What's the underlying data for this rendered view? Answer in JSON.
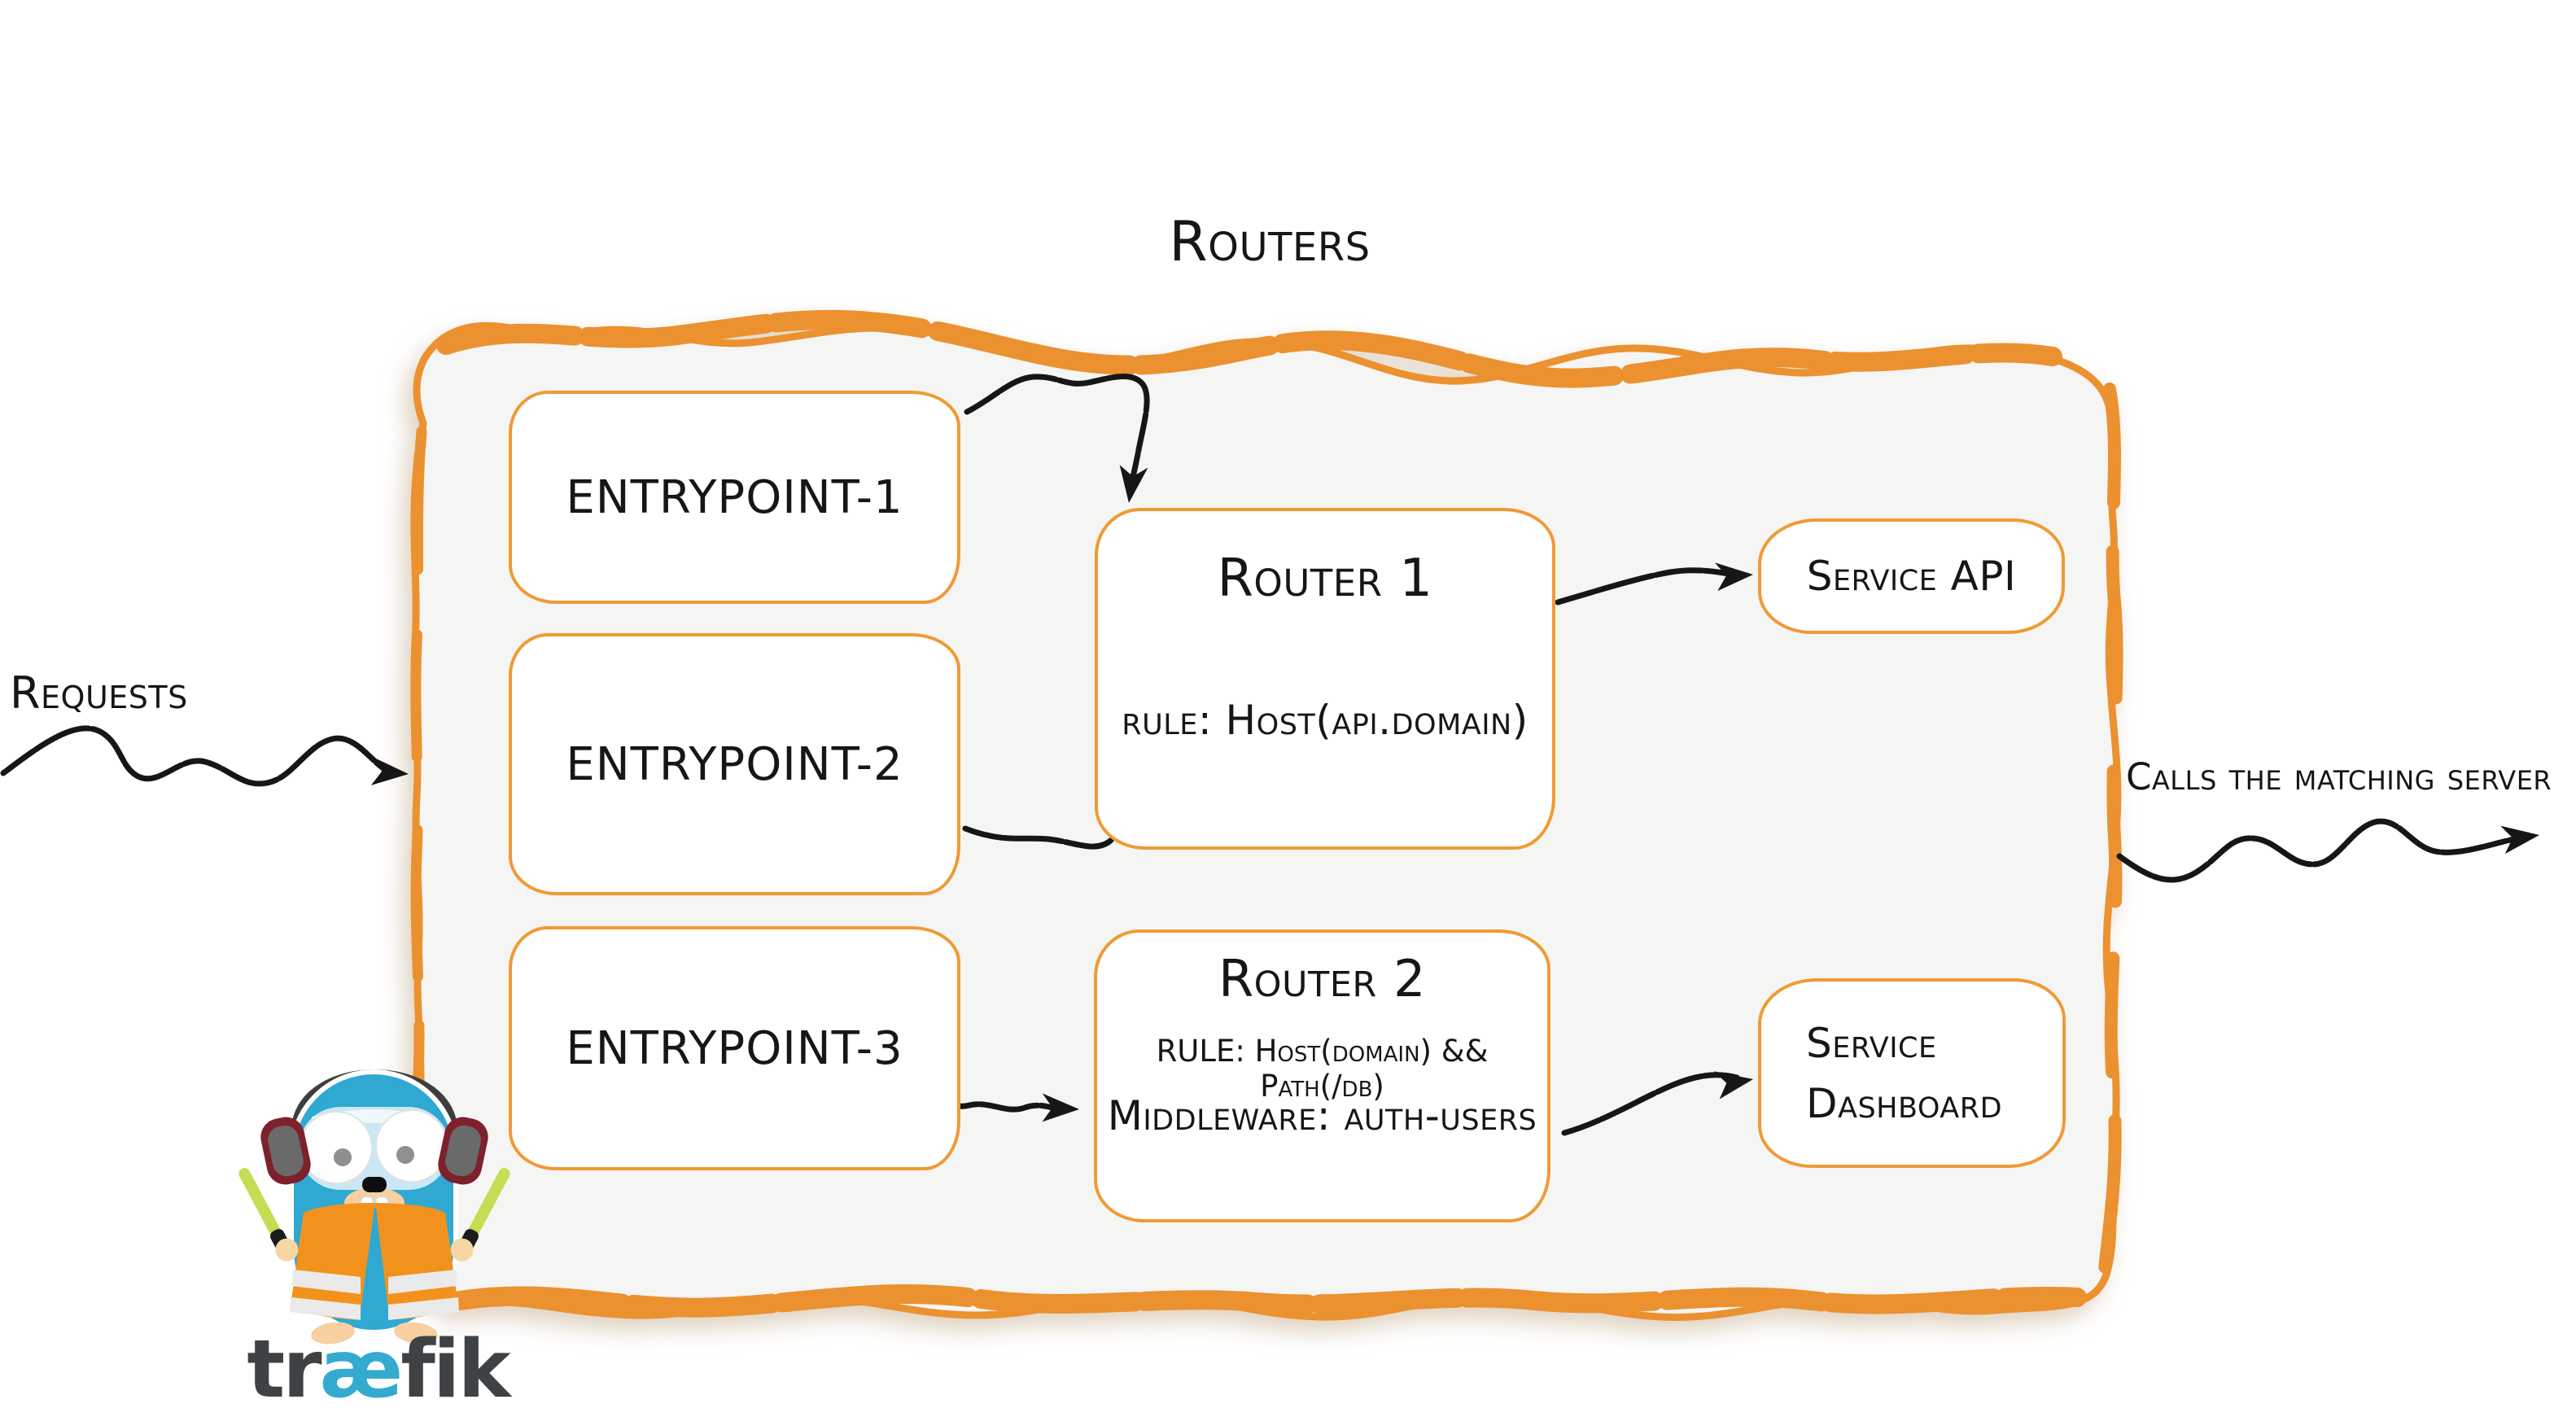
{
  "title": "Routers",
  "labels": {
    "requests": "Requests",
    "calls": "Calls the matching server"
  },
  "entrypoints": [
    {
      "label": "entrypoint-1"
    },
    {
      "label": "entrypoint-2"
    },
    {
      "label": "entrypoint-3"
    }
  ],
  "routers": [
    {
      "name": "Router 1",
      "rule": "rule: Host(api.domain)"
    },
    {
      "name": "Router 2",
      "rule": "RULE: Host(domain) && Path(/db)",
      "middleware": "Middleware: auth-users"
    }
  ],
  "services": [
    {
      "lines": [
        "Service API"
      ]
    },
    {
      "lines": [
        "Service",
        "Dashboard"
      ]
    }
  ],
  "logo": {
    "wordmark_pre": "tr",
    "wordmark_ae": "æ",
    "wordmark_post": "fik"
  },
  "colors": {
    "diagram_orange": "#ec9130",
    "container_fill": "#f5f5f4",
    "ink": "#161616",
    "gopher_teal": "#2fa9d2",
    "vest_orange": "#f2921d",
    "wand_green": "#c3de53",
    "logo_gray": "#3f4245",
    "logo_ae_teal": "#35aacf"
  }
}
